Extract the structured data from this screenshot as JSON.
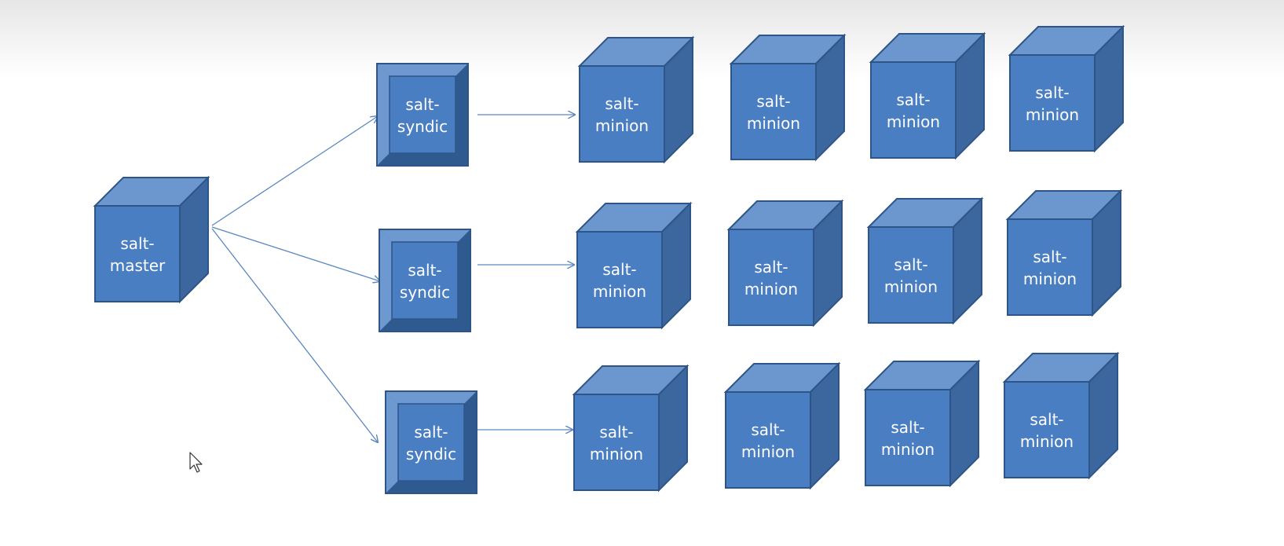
{
  "colors": {
    "face": "#4A7EC3",
    "top": "#6B97CE",
    "side": "#3B669E",
    "stroke": "#2D5588",
    "bevel_light": "#6D99D0",
    "bevel_dark": "#2F5A8F",
    "bevel_mid": "#3D6BA4",
    "connector": "#5B86C0"
  },
  "master": {
    "line1": "salt-",
    "line2": "master"
  },
  "syndics": [
    {
      "line1": "salt-",
      "line2": "syndic"
    },
    {
      "line1": "salt-",
      "line2": "syndic"
    },
    {
      "line1": "salt-",
      "line2": "syndic"
    }
  ],
  "minion_rows": [
    [
      {
        "line1": "salt-",
        "line2": "minion"
      },
      {
        "line1": "salt-",
        "line2": "minion"
      },
      {
        "line1": "salt-",
        "line2": "minion"
      },
      {
        "line1": "salt-",
        "line2": "minion"
      }
    ],
    [
      {
        "line1": "salt-",
        "line2": "minion"
      },
      {
        "line1": "salt-",
        "line2": "minion"
      },
      {
        "line1": "salt-",
        "line2": "minion"
      },
      {
        "line1": "salt-",
        "line2": "minion"
      }
    ],
    [
      {
        "line1": "salt-",
        "line2": "minion"
      },
      {
        "line1": "salt-",
        "line2": "minion"
      },
      {
        "line1": "salt-",
        "line2": "minion"
      },
      {
        "line1": "salt-",
        "line2": "minion"
      }
    ]
  ],
  "icons": {
    "pointer": "mouse-pointer-icon"
  }
}
